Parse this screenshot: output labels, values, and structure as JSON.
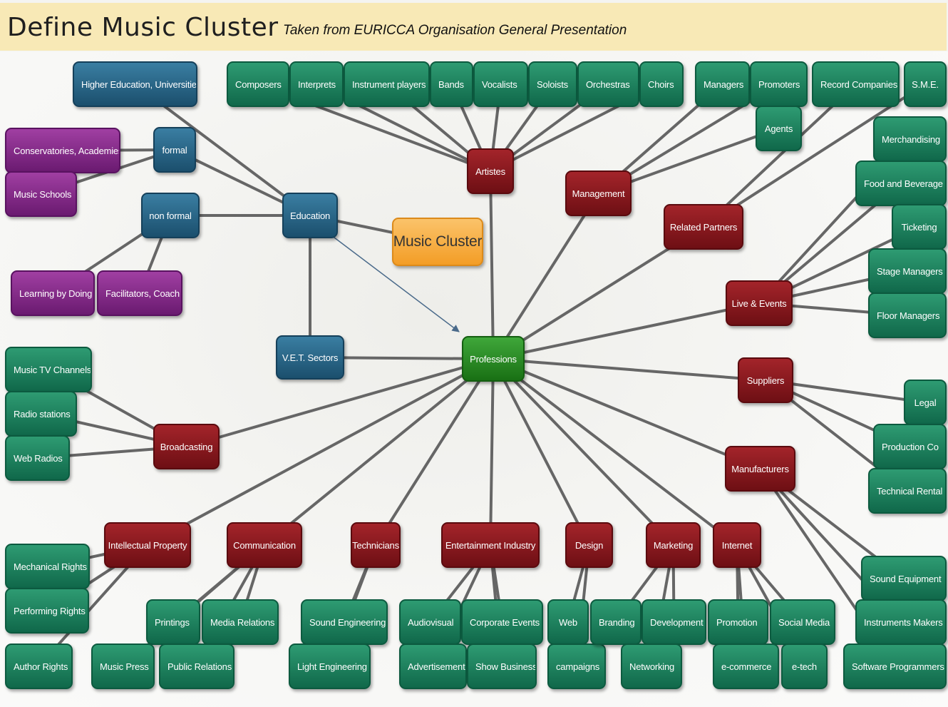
{
  "header": {
    "title": "Define Music Cluster",
    "subtitle": "Taken from EURICCA Organisation General Presentation"
  },
  "nodes": {
    "music_cluster": "Music Cluster",
    "professions": "Professions",
    "education": "Education",
    "vet_sectors": "V.E.T. Sectors",
    "formal": "formal",
    "non_formal": "non formal",
    "higher_education": "Higher Education, Universities",
    "conservatories": "Conservatories, Academies",
    "music_schools": "Music Schools",
    "learning_by_doing": "Learning by Doing",
    "facilitators": "Facilitators, Coach",
    "artistes": "Artistes",
    "management": "Management",
    "related_partners": "Related Partners",
    "live_events": "Live & Events",
    "suppliers": "Suppliers",
    "manufacturers": "Manufacturers",
    "broadcasting": "Broadcasting",
    "intellectual_property": "Intellectual Property",
    "communication": "Communication",
    "technicians": "Technicians",
    "entertainment_industry": "Entertainment Industry",
    "design": "Design",
    "marketing": "Marketing",
    "internet": "Internet",
    "composers": "Composers",
    "interprets": "Interprets",
    "instrument_players": "Instrument players",
    "bands": "Bands",
    "vocalists": "Vocalists",
    "soloists": "Soloists",
    "orchestras": "Orchestras",
    "choirs": "Choirs",
    "managers": "Managers",
    "promoters": "Promoters",
    "record_companies": "Record Companies",
    "sme": "S.M.E.",
    "agents": "Agents",
    "merchandising": "Merchandising",
    "food_beverage": "Food and Beverage",
    "ticketing": "Ticketing",
    "stage_managers": "Stage Managers",
    "floor_managers": "Floor Managers",
    "legal": "Legal",
    "production_co": "Production Co",
    "technical_rental": "Technical Rental",
    "sound_equipment": "Sound Equipment",
    "instruments_makers": "Instruments Makers",
    "software_programmers": "Software Programmers",
    "music_tv": "Music TV Channels",
    "radio_stations": "Radio stations",
    "web_radios": "Web Radios",
    "mechanical_rights": "Mechanical Rights",
    "performing_rights": "Performing Rights",
    "author_rights": "Author Rights",
    "printings": "Printings",
    "media_relations": "Media Relations",
    "music_press": "Music Press",
    "public_relations": "Public Relations",
    "sound_engineering": "Sound Engineering",
    "light_engineering": "Light Engineering",
    "audiovisual": "Audiovisual",
    "corporate_events": "Corporate Events",
    "advertisement": "Advertisement",
    "show_business": "Show Business",
    "web": "Web",
    "campaigns": "campaigns",
    "branding": "Branding",
    "development": "Development",
    "networking": "Networking",
    "promotion": "Promotion",
    "social_media": "Social Media",
    "ecommerce": "e-commerce",
    "etech": "e-tech"
  },
  "colors": {
    "header_bg": "#f8e9b6",
    "leaf_green": "#1a7d58",
    "category_red": "#8a1a20",
    "education_blue": "#245f82",
    "education_purple": "#80287f",
    "professions_green": "#2a8a25",
    "cluster_orange": "#f7a93a",
    "connector": "#6b6b6b"
  }
}
